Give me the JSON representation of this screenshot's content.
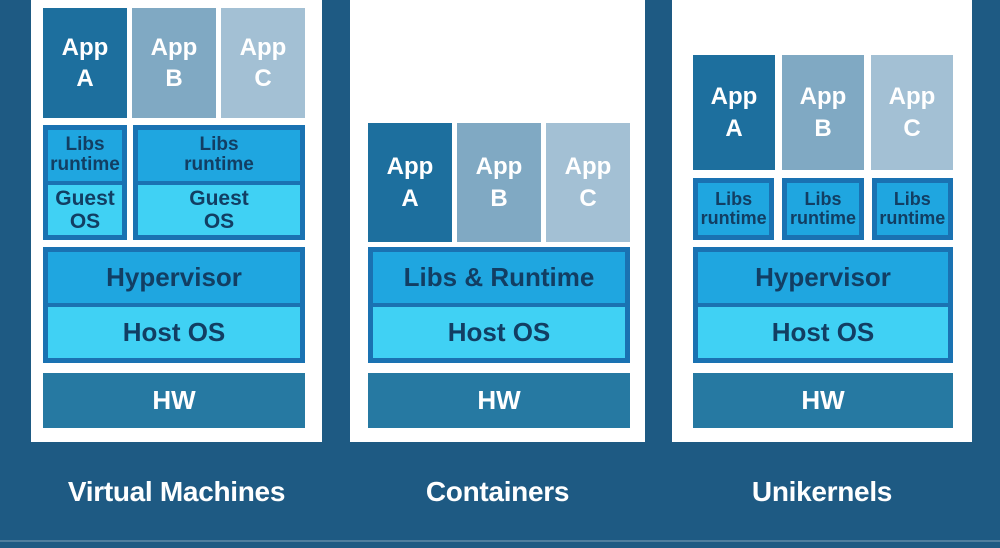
{
  "colors": {
    "background": "#1E5A83",
    "panel": "#FFFFFF",
    "app_a_fill": "#1D6F9E",
    "app_b_fill": "#80A9C3",
    "app_c_fill": "#A3C0D4",
    "box_border": "#1A72B2",
    "libs_runtime_fill": "#1FA6E0",
    "os_fill": "#40D1F4",
    "hw_fill": "#2679A2",
    "navy_text": "#123E63",
    "white_text": "#FFFFFF"
  },
  "columns": {
    "vm": {
      "title": "Virtual Machines",
      "apps": {
        "a": "App\nA",
        "b": "App\nB",
        "c": "App\nC"
      },
      "guest1": {
        "libs": "Libs\nruntime",
        "os": "Guest\nOS"
      },
      "guest2": {
        "libs": "Libs\nruntime",
        "os": "Guest\nOS"
      },
      "hypervisor": "Hypervisor",
      "host_os": "Host OS",
      "hw": "HW"
    },
    "containers": {
      "title": "Containers",
      "apps": {
        "a": "App\nA",
        "b": "App\nB",
        "c": "App\nC"
      },
      "libs_runtime": "Libs & Runtime",
      "host_os": "Host OS",
      "hw": "HW"
    },
    "unikernels": {
      "title": "Unikernels",
      "apps": {
        "a": "App\nA",
        "b": "App\nB",
        "c": "App\nC"
      },
      "libs": {
        "a": "Libs\nruntime",
        "b": "Libs\nruntime",
        "c": "Libs\nruntime"
      },
      "hypervisor": "Hypervisor",
      "host_os": "Host OS",
      "hw": "HW"
    }
  }
}
